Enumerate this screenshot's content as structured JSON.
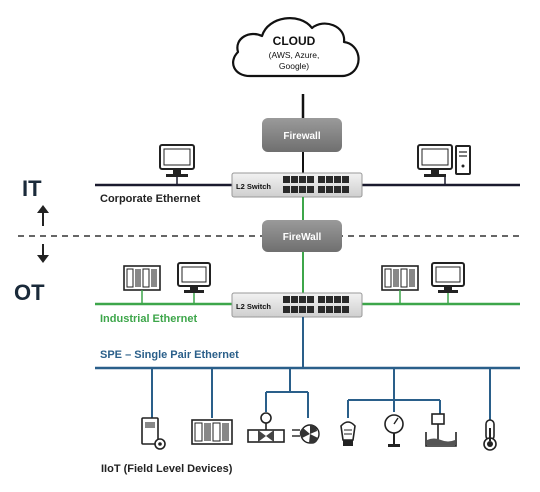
{
  "cloud": {
    "title": "CLOUD",
    "line1": "(AWS, Azure,",
    "line2": "Google)"
  },
  "firewall_top": {
    "label": "Firewall"
  },
  "firewall_bottom": {
    "label": "FireWall"
  },
  "switch_top": {
    "label": "L2 Switch"
  },
  "switch_bottom": {
    "label": "L2 Switch"
  },
  "zones": {
    "it": "IT",
    "ot": "OT"
  },
  "networks": {
    "corporate": "Corporate Ethernet",
    "industrial": "Industrial Ethernet",
    "spe": "SPE – Single Pair Ethernet",
    "iiot": "IIoT (Field Level Devices)"
  },
  "colors": {
    "corporate_line": "#1a1a2e",
    "industrial_line": "#3da64a",
    "spe_line": "#2a5f8a",
    "firewall_fill": "#808080"
  },
  "icons": [
    "cloud-icon",
    "firewall-icon",
    "switch-icon",
    "desktop-computer-icon",
    "workstation-icon",
    "plc-icon",
    "monitor-icon",
    "controller-icon",
    "io-module-icon",
    "valve-icon",
    "fan-icon",
    "lightbulb-icon",
    "gauge-icon",
    "level-sensor-icon",
    "thermometer-icon",
    "arrow-up-icon",
    "arrow-down-icon"
  ]
}
